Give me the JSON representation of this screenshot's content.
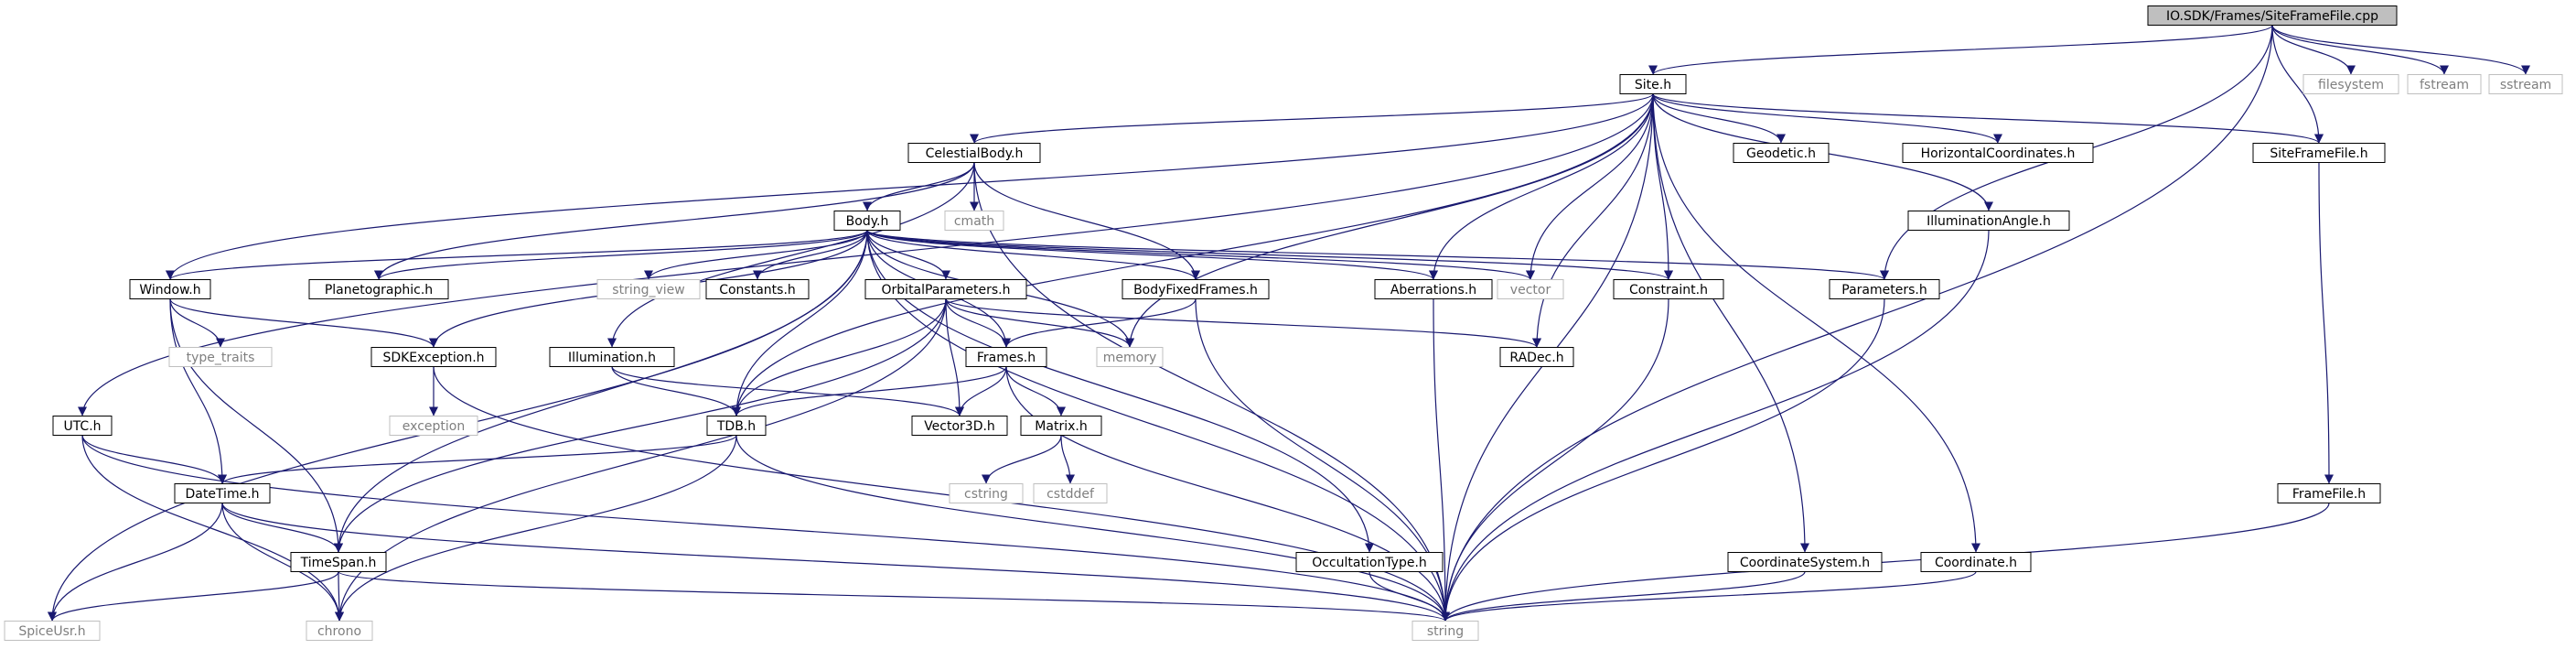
{
  "diagram": {
    "colors": {
      "edge": "#191970",
      "node_border": "#000000",
      "external_border": "#bfbfbf",
      "external_text": "#7f7f7f",
      "root_fill": "#bfbfbf",
      "node_fill": "#ffffff",
      "text": "#000000"
    },
    "nodes": [
      {
        "id": "root",
        "label": "IO.SDK/Frames/SiteFrameFile.cpp",
        "kind": "root"
      },
      {
        "id": "site",
        "label": "Site.h",
        "kind": "header"
      },
      {
        "id": "filesystem",
        "label": "filesystem",
        "kind": "external"
      },
      {
        "id": "fstream",
        "label": "fstream",
        "kind": "external"
      },
      {
        "id": "sstream",
        "label": "sstream",
        "kind": "external"
      },
      {
        "id": "celestial",
        "label": "CelestialBody.h",
        "kind": "header"
      },
      {
        "id": "cmath",
        "label": "cmath",
        "kind": "external"
      },
      {
        "id": "geodetic",
        "label": "Geodetic.h",
        "kind": "header"
      },
      {
        "id": "horizontal",
        "label": "HorizontalCoordinates.h",
        "kind": "header"
      },
      {
        "id": "siteframe",
        "label": "SiteFrameFile.h",
        "kind": "header"
      },
      {
        "id": "body",
        "label": "Body.h",
        "kind": "header"
      },
      {
        "id": "illumangle",
        "label": "IlluminationAngle.h",
        "kind": "header"
      },
      {
        "id": "window",
        "label": "Window.h",
        "kind": "header"
      },
      {
        "id": "planeto",
        "label": "Planetographic.h",
        "kind": "header"
      },
      {
        "id": "stringview",
        "label": "string_view",
        "kind": "external"
      },
      {
        "id": "constants",
        "label": "Constants.h",
        "kind": "header"
      },
      {
        "id": "orbital",
        "label": "OrbitalParameters.h",
        "kind": "header"
      },
      {
        "id": "bodyfixed",
        "label": "BodyFixedFrames.h",
        "kind": "header"
      },
      {
        "id": "aberr",
        "label": "Aberrations.h",
        "kind": "header"
      },
      {
        "id": "vector",
        "label": "vector",
        "kind": "external"
      },
      {
        "id": "constraint",
        "label": "Constraint.h",
        "kind": "header"
      },
      {
        "id": "parameters",
        "label": "Parameters.h",
        "kind": "header"
      },
      {
        "id": "typetraits",
        "label": "type_traits",
        "kind": "external"
      },
      {
        "id": "sdkexc",
        "label": "SDKException.h",
        "kind": "header"
      },
      {
        "id": "illum",
        "label": "Illumination.h",
        "kind": "header"
      },
      {
        "id": "frames",
        "label": "Frames.h",
        "kind": "header"
      },
      {
        "id": "memory",
        "label": "memory",
        "kind": "external"
      },
      {
        "id": "radec",
        "label": "RADec.h",
        "kind": "header"
      },
      {
        "id": "utc",
        "label": "UTC.h",
        "kind": "header"
      },
      {
        "id": "exception",
        "label": "exception",
        "kind": "external"
      },
      {
        "id": "tdb",
        "label": "TDB.h",
        "kind": "header"
      },
      {
        "id": "vector3d",
        "label": "Vector3D.h",
        "kind": "header"
      },
      {
        "id": "matrix",
        "label": "Matrix.h",
        "kind": "header"
      },
      {
        "id": "datetime",
        "label": "DateTime.h",
        "kind": "header"
      },
      {
        "id": "cstring",
        "label": "cstring",
        "kind": "external"
      },
      {
        "id": "cstddef",
        "label": "cstddef",
        "kind": "external"
      },
      {
        "id": "frame",
        "label": "FrameFile.h",
        "kind": "header"
      },
      {
        "id": "timespan",
        "label": "TimeSpan.h",
        "kind": "header"
      },
      {
        "id": "occult",
        "label": "OccultationType.h",
        "kind": "header"
      },
      {
        "id": "coordsys",
        "label": "CoordinateSystem.h",
        "kind": "header"
      },
      {
        "id": "coordinate",
        "label": "Coordinate.h",
        "kind": "header"
      },
      {
        "id": "spiceusr",
        "label": "SpiceUsr.h",
        "kind": "external"
      },
      {
        "id": "chrono",
        "label": "chrono",
        "kind": "external"
      },
      {
        "id": "string",
        "label": "string",
        "kind": "external"
      }
    ],
    "edges": [
      [
        "root",
        "site"
      ],
      [
        "root",
        "filesystem"
      ],
      [
        "root",
        "fstream"
      ],
      [
        "root",
        "sstream"
      ],
      [
        "root",
        "parameters"
      ],
      [
        "root",
        "siteframe"
      ],
      [
        "root",
        "string"
      ],
      [
        "site",
        "celestial"
      ],
      [
        "site",
        "geodetic"
      ],
      [
        "site",
        "horizontal"
      ],
      [
        "site",
        "siteframe"
      ],
      [
        "site",
        "illumangle"
      ],
      [
        "site",
        "window"
      ],
      [
        "site",
        "aberr"
      ],
      [
        "site",
        "vector"
      ],
      [
        "site",
        "constraint"
      ],
      [
        "site",
        "memory"
      ],
      [
        "site",
        "radec"
      ],
      [
        "site",
        "utc"
      ],
      [
        "site",
        "tdb"
      ],
      [
        "site",
        "coordsys"
      ],
      [
        "site",
        "coordinate"
      ],
      [
        "site",
        "string"
      ],
      [
        "celestial",
        "body"
      ],
      [
        "celestial",
        "cmath"
      ],
      [
        "celestial",
        "bodyfixed"
      ],
      [
        "celestial",
        "planeto"
      ],
      [
        "celestial",
        "illum"
      ],
      [
        "celestial",
        "string"
      ],
      [
        "body",
        "window"
      ],
      [
        "body",
        "planeto"
      ],
      [
        "body",
        "stringview"
      ],
      [
        "body",
        "constants"
      ],
      [
        "body",
        "orbital"
      ],
      [
        "body",
        "bodyfixed"
      ],
      [
        "body",
        "aberr"
      ],
      [
        "body",
        "vector"
      ],
      [
        "body",
        "constraint"
      ],
      [
        "body",
        "parameters"
      ],
      [
        "body",
        "sdkexc"
      ],
      [
        "body",
        "frames"
      ],
      [
        "body",
        "memory"
      ],
      [
        "body",
        "tdb"
      ],
      [
        "body",
        "occult"
      ],
      [
        "body",
        "spiceusr"
      ],
      [
        "body",
        "timespan"
      ],
      [
        "body",
        "string"
      ],
      [
        "window",
        "typetraits"
      ],
      [
        "window",
        "sdkexc"
      ],
      [
        "window",
        "datetime"
      ],
      [
        "window",
        "timespan"
      ],
      [
        "orbital",
        "frames"
      ],
      [
        "orbital",
        "memory"
      ],
      [
        "orbital",
        "radec"
      ],
      [
        "orbital",
        "tdb"
      ],
      [
        "orbital",
        "vector3d"
      ],
      [
        "orbital",
        "timespan"
      ],
      [
        "orbital",
        "chrono"
      ],
      [
        "bodyfixed",
        "frames"
      ],
      [
        "bodyfixed",
        "string"
      ],
      [
        "aberr",
        "string"
      ],
      [
        "constraint",
        "string"
      ],
      [
        "parameters",
        "string"
      ],
      [
        "sdkexc",
        "exception"
      ],
      [
        "sdkexc",
        "string"
      ],
      [
        "illum",
        "tdb"
      ],
      [
        "illum",
        "vector3d"
      ],
      [
        "frames",
        "tdb"
      ],
      [
        "frames",
        "vector3d"
      ],
      [
        "frames",
        "matrix"
      ],
      [
        "frames",
        "string"
      ],
      [
        "matrix",
        "cstring"
      ],
      [
        "matrix",
        "cstddef"
      ],
      [
        "utc",
        "datetime"
      ],
      [
        "utc",
        "chrono"
      ],
      [
        "utc",
        "string"
      ],
      [
        "tdb",
        "datetime"
      ],
      [
        "tdb",
        "chrono"
      ],
      [
        "tdb",
        "string"
      ],
      [
        "datetime",
        "timespan"
      ],
      [
        "datetime",
        "spiceusr"
      ],
      [
        "datetime",
        "chrono"
      ],
      [
        "datetime",
        "string"
      ],
      [
        "timespan",
        "spiceusr"
      ],
      [
        "timespan",
        "chrono"
      ],
      [
        "timespan",
        "string"
      ],
      [
        "illumangle",
        "string"
      ],
      [
        "siteframe",
        "frame"
      ],
      [
        "frame",
        "string"
      ],
      [
        "occult",
        "string"
      ],
      [
        "coordsys",
        "string"
      ],
      [
        "coordinate",
        "string"
      ]
    ]
  }
}
